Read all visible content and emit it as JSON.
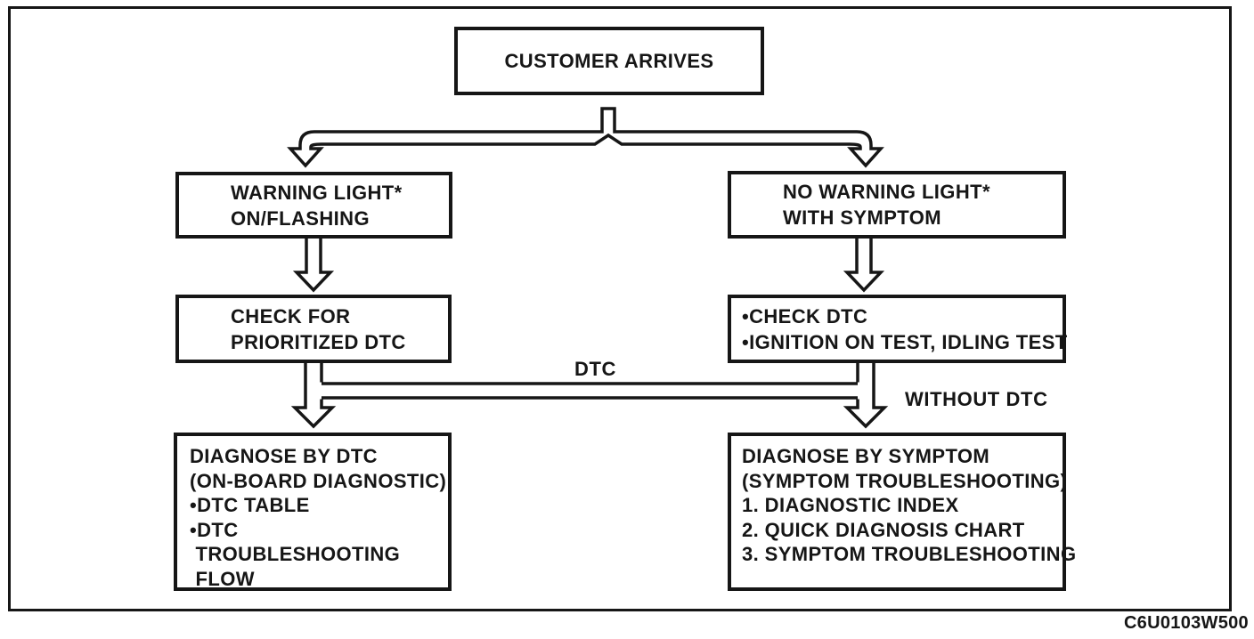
{
  "figure": {
    "code": "C6U0103W500",
    "labels": {
      "dtc": "DTC",
      "without_dtc": "WITHOUT DTC"
    },
    "boxes": {
      "customer": {
        "lines": [
          "CUSTOMER ARRIVES"
        ]
      },
      "warning_light": {
        "lines": [
          "WARNING LIGHT*",
          "ON/FLASHING"
        ]
      },
      "no_warning_light": {
        "lines": [
          "NO WARNING LIGHT*",
          "WITH SYMPTOM"
        ]
      },
      "check_prioritized": {
        "lines": [
          "CHECK FOR",
          "PRIORITIZED DTC"
        ]
      },
      "check_dtc": {
        "lines": [
          "•CHECK DTC",
          "•IGNITION ON TEST, IDLING TEST"
        ]
      },
      "diagnose_by_dtc": {
        "lines": [
          "DIAGNOSE BY DTC",
          "(ON-BOARD DIAGNOSTIC)",
          "•DTC TABLE",
          "•DTC",
          " TROUBLESHOOTING",
          " FLOW"
        ]
      },
      "diagnose_by_symptom": {
        "lines": [
          "DIAGNOSE BY SYMPTOM",
          "(SYMPTOM TROUBLESHOOTING)",
          "1. DIAGNOSTIC INDEX",
          "2. QUICK DIAGNOSIS CHART",
          "3. SYMPTOM TROUBLESHOOTING"
        ]
      }
    },
    "colors": {
      "ink": "#161616",
      "paper": "#ffffff"
    }
  }
}
